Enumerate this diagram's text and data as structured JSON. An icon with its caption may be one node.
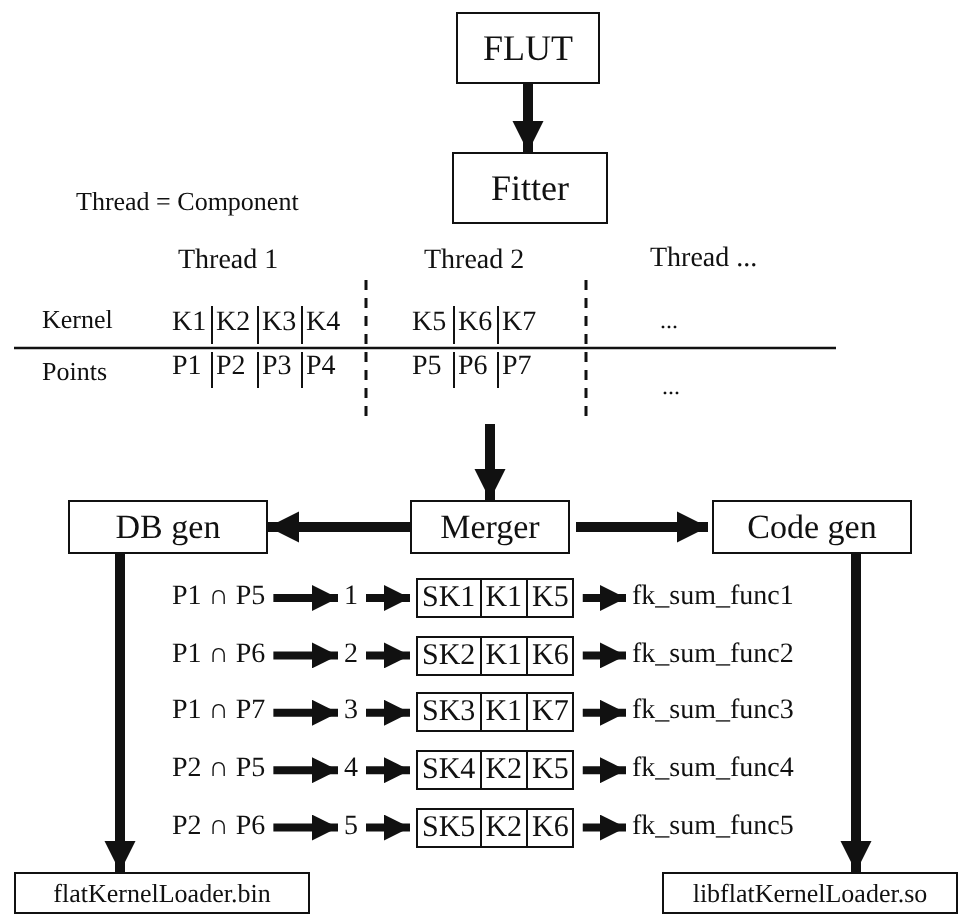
{
  "diagram": {
    "nodes": [
      {
        "text": [
          "FLUT"
        ]
      },
      {
        "text": [
          "Fitter"
        ]
      },
      {
        "text": [
          "DB gen"
        ]
      },
      {
        "text": [
          "Merger"
        ]
      },
      {
        "text": [
          "Code gen"
        ]
      },
      {
        "text": [
          "P1 ∩ P5"
        ]
      },
      {
        "text": [
          "1"
        ]
      },
      {
        "text": [
          "SK1",
          "K1",
          "K5"
        ]
      },
      {
        "text": [
          "fk_sum_func1"
        ]
      },
      {
        "text": [
          "P1 ∩ P6"
        ]
      },
      {
        "text": [
          "2"
        ]
      },
      {
        "text": [
          "SK2",
          "K1",
          "K6"
        ]
      },
      {
        "text": [
          "fk_sum_func2"
        ]
      },
      {
        "text": [
          "P1 ∩ P7"
        ]
      },
      {
        "text": [
          "3"
        ]
      },
      {
        "text": [
          "SK3",
          "K1",
          "K7"
        ]
      },
      {
        "text": [
          "fk_sum_func3"
        ]
      },
      {
        "text": [
          "P2 ∩ P5"
        ]
      },
      {
        "text": [
          "4"
        ]
      },
      {
        "text": [
          "SK4",
          "K2",
          "K5"
        ]
      },
      {
        "text": [
          "fk_sum_func4"
        ]
      },
      {
        "text": [
          "P2 ∩ P6"
        ]
      },
      {
        "text": [
          "5"
        ]
      },
      {
        "text": [
          "SK5",
          "K2",
          "K6"
        ]
      },
      {
        "text": [
          "fk_sum_func5"
        ]
      },
      {
        "text": [
          "flatKernelLoader.bin"
        ]
      },
      {
        "text": [
          "libflatKernelLoader.so"
        ]
      }
    ],
    "edges": [
      {
        "from": 0,
        "to": 1,
        "arrow": "to"
      },
      {
        "from": null,
        "to": 3,
        "arrow": "to"
      },
      {
        "from": 3,
        "to": 2,
        "arrow": "to"
      },
      {
        "from": 3,
        "to": 4,
        "arrow": "to"
      },
      {
        "from": 5,
        "to": 6,
        "arrow": "to"
      },
      {
        "from": 6,
        "to": 7,
        "arrow": "to"
      },
      {
        "from": 7,
        "to": 8,
        "arrow": "to"
      },
      {
        "from": 9,
        "to": 10,
        "arrow": "to"
      },
      {
        "from": 10,
        "to": 11,
        "arrow": "to"
      },
      {
        "from": 11,
        "to": 12,
        "arrow": "to"
      },
      {
        "from": 13,
        "to": 14,
        "arrow": "to"
      },
      {
        "from": 14,
        "to": 15,
        "arrow": "to"
      },
      {
        "from": 15,
        "to": 16,
        "arrow": "to"
      },
      {
        "from": 17,
        "to": 18,
        "arrow": "to"
      },
      {
        "from": 18,
        "to": 19,
        "arrow": "to"
      },
      {
        "from": 19,
        "to": 20,
        "arrow": "to"
      },
      {
        "from": 21,
        "to": 22,
        "arrow": "to"
      },
      {
        "from": 22,
        "to": 23,
        "arrow": "to"
      },
      {
        "from": 23,
        "to": 24,
        "arrow": "to"
      },
      {
        "from": 2,
        "to": 25,
        "arrow": "to"
      },
      {
        "from": 4,
        "to": 26,
        "arrow": "to"
      }
    ],
    "labels": [
      "Thread = Component",
      "Thread 1",
      "Thread 2",
      "Thread ...",
      "Kernel",
      "K1",
      "K2",
      "K3",
      "K4",
      "K5",
      "K6",
      "K7",
      "...",
      "Points",
      "P1",
      "P2",
      "P3",
      "P4",
      "P5",
      "P6",
      "P7",
      "..."
    ]
  }
}
